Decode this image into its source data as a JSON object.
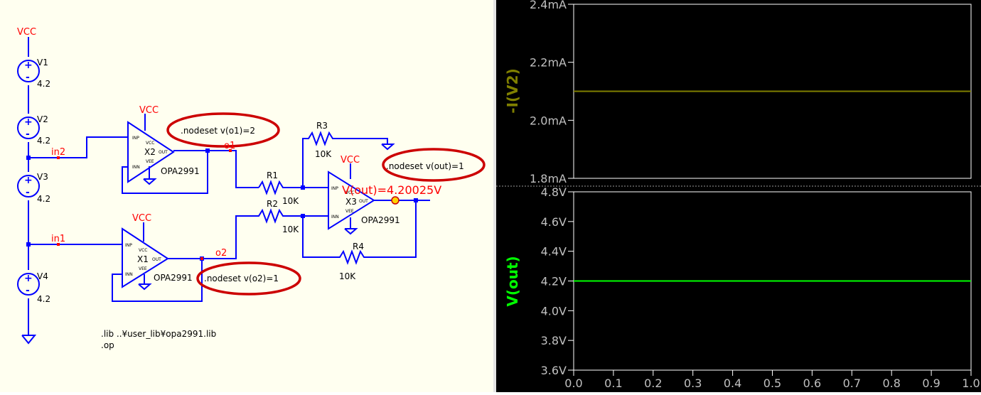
{
  "schematic": {
    "nets": {
      "vcc": "VCC",
      "in2": "in2",
      "in1": "in1",
      "o1": "o1",
      "o2": "o2"
    },
    "sources": [
      {
        "name": "V1",
        "value": "4.2"
      },
      {
        "name": "V2",
        "value": "4.2"
      },
      {
        "name": "V3",
        "value": "4.2"
      },
      {
        "name": "V4",
        "value": "4.2"
      }
    ],
    "opamps": [
      {
        "name": "X2",
        "model": "OPA2991",
        "pins": {
          "inp": "INP",
          "inn": "INN",
          "vcc": "VCC",
          "vee": "VEE",
          "out": "OUT"
        }
      },
      {
        "name": "X1",
        "model": "OPA2991",
        "pins": {
          "inp": "INP",
          "inn": "INN",
          "vcc": "VCC",
          "vee": "VEE",
          "out": "OUT"
        }
      },
      {
        "name": "X3",
        "model": "OPA2991",
        "pins": {
          "inp": "INP",
          "inn": "INN",
          "vcc": "VCC",
          "vee": "VEE",
          "out": "OUT"
        }
      }
    ],
    "resistors": [
      {
        "name": "R1",
        "value": "10K"
      },
      {
        "name": "R2",
        "value": "10K"
      },
      {
        "name": "R3",
        "value": "10K"
      },
      {
        "name": "R4",
        "value": "10K"
      }
    ],
    "nodesets": [
      ".nodeset v(o1)=2",
      ".nodeset v(out)=1",
      ".nodeset v(o2)=1"
    ],
    "probe_readout": "V(out)=4.20025V",
    "directives": [
      ".lib ..¥user_lib¥opa2991.lib",
      ".op"
    ],
    "colors": {
      "wire": "#0000ff",
      "net_label": "#ff0000",
      "highlight": "#cc0000",
      "text": "#000000",
      "background": "#fffff0"
    }
  },
  "chart_data": [
    {
      "type": "line",
      "ylabel": "-I(V2)",
      "ylim": [
        1.8,
        2.4
      ],
      "yunit": "mA",
      "yticks": [
        "2.4mA",
        "2.2mA",
        "2.0mA",
        "1.8mA"
      ],
      "xlim": [
        0,
        1
      ],
      "series": [
        {
          "name": "-I(V2)",
          "color": "#808000",
          "x": [
            0,
            1
          ],
          "y": [
            2.1,
            2.1
          ]
        }
      ]
    },
    {
      "type": "line",
      "ylabel": "V(out)",
      "ylim": [
        3.6,
        4.8
      ],
      "yunit": "V",
      "yticks": [
        "4.8V",
        "4.6V",
        "4.4V",
        "4.2V",
        "4.0V",
        "3.8V",
        "3.6V"
      ],
      "xlim": [
        0,
        1
      ],
      "xticks": [
        "0.0",
        "0.1",
        "0.2",
        "0.3",
        "0.4",
        "0.5",
        "0.6",
        "0.7",
        "0.8",
        "0.9",
        "1.0"
      ],
      "series": [
        {
          "name": "V(out)",
          "color": "#00ff00",
          "x": [
            0,
            1
          ],
          "y": [
            4.2,
            4.2
          ]
        }
      ]
    }
  ]
}
